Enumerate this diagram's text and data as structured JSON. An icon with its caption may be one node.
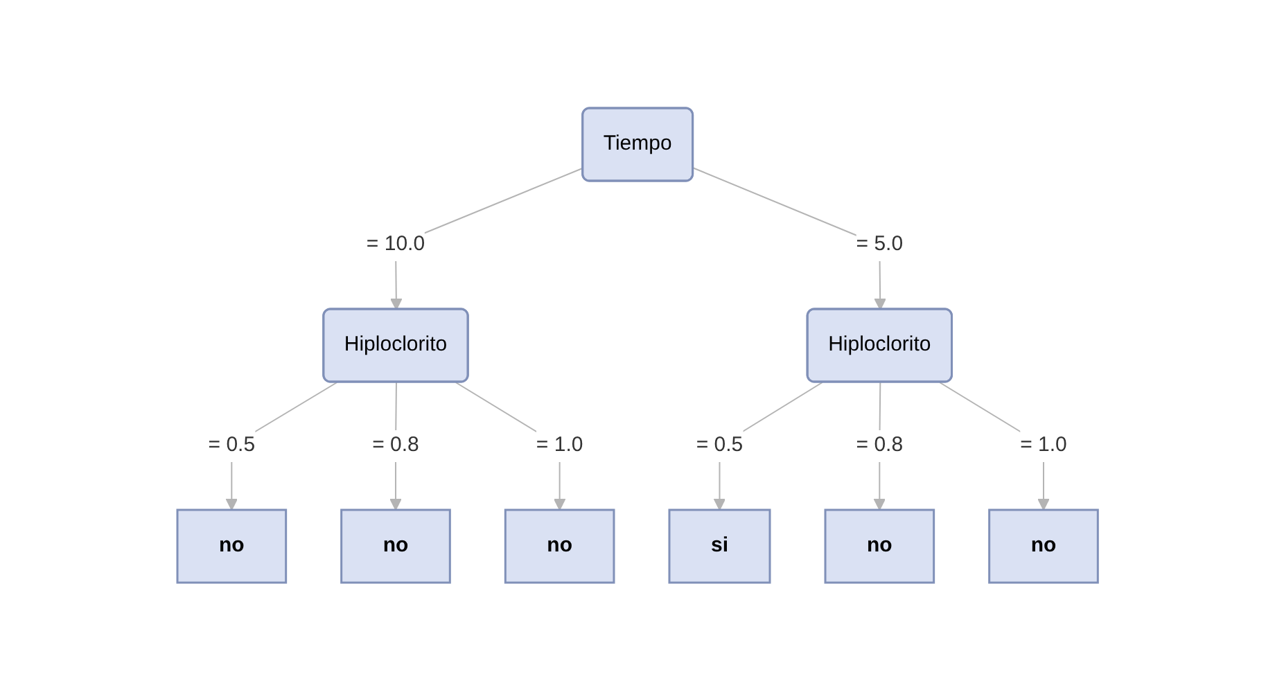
{
  "diagram": {
    "nodes": [
      {
        "text": [
          "Tiempo"
        ]
      },
      {
        "text": [
          "Hiploclorito"
        ]
      },
      {
        "text": [
          "Hiploclorito"
        ]
      },
      {
        "text": [
          "no"
        ]
      },
      {
        "text": [
          "no"
        ]
      },
      {
        "text": [
          "no"
        ]
      },
      {
        "text": [
          "si"
        ]
      },
      {
        "text": [
          "no"
        ]
      },
      {
        "text": [
          "no"
        ]
      }
    ],
    "edges": [
      {
        "from": 0,
        "to": 1,
        "arrow": "to",
        "label": "= 10.0"
      },
      {
        "from": 0,
        "to": 2,
        "arrow": "to",
        "label": "= 5.0"
      },
      {
        "from": 1,
        "to": 3,
        "arrow": "to",
        "label": "= 0.5"
      },
      {
        "from": 1,
        "to": 4,
        "arrow": "to",
        "label": "= 0.8"
      },
      {
        "from": 1,
        "to": 5,
        "arrow": "to",
        "label": "= 1.0"
      },
      {
        "from": 2,
        "to": 6,
        "arrow": "to",
        "label": "= 0.5"
      },
      {
        "from": 2,
        "to": 7,
        "arrow": "to",
        "label": "= 0.8"
      },
      {
        "from": 2,
        "to": 8,
        "arrow": "to",
        "label": "= 1.0"
      }
    ]
  }
}
